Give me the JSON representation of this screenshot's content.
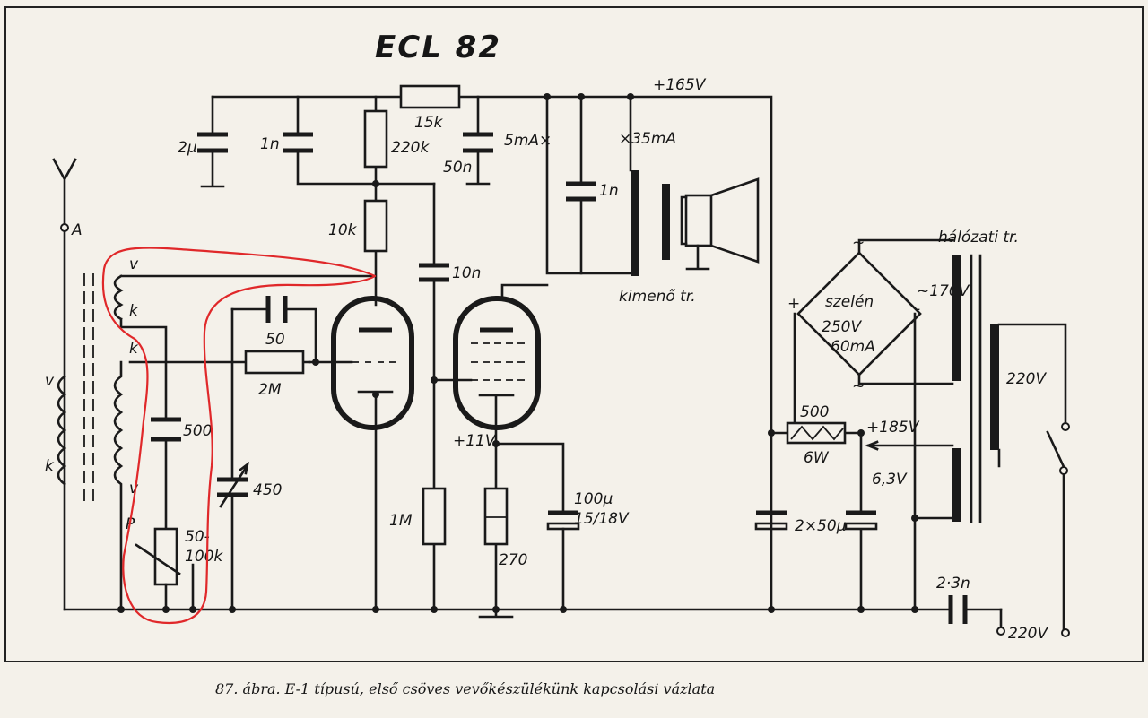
{
  "title": "ECL 82",
  "caption": "87. ábra. E-1 típusú, első csöves vevőkészülékünk kapcsolási vázlata",
  "labels": {
    "supply_voltage": "+165V",
    "r_15k": "15k",
    "r_220k": "220k",
    "r_10k": "10k",
    "c_2u": "2μ",
    "c_1n_left": "1n",
    "c_50n": "50n",
    "current_5ma": "5mA×",
    "current_35ma": "×35mA",
    "c_1n_right": "1n",
    "c_10n": "10n",
    "output_transformer": "kimenő tr.",
    "antenna": "A",
    "coil_v1": "v",
    "coil_k1": "k",
    "coil_k2": "k",
    "coil_v_left": "v",
    "coil_k_left": "k",
    "coil_v2": "v",
    "c_50": "50",
    "r_2m": "2M",
    "c_500": "500",
    "pot_p": "P",
    "pot_value_1": "50-",
    "pot_value_2": "100k",
    "c_450": "450",
    "r_1m": "1M",
    "cathode_voltage": "+11V",
    "r_270": "270",
    "c_100u_1": "100μ",
    "c_100u_2": "15/18V",
    "mains_transformer": "hálózati tr.",
    "rect_tilde_top": "~",
    "rect_tilde_bottom": "~",
    "rect_plus": "+",
    "rect_minus": "-",
    "rect_name": "szelén",
    "rect_v": "250V",
    "rect_i": "60mA",
    "ac_170v": "~170V",
    "r_500": "500",
    "r_6w": "6W",
    "v_185": "+185V",
    "v_63": "6,3V",
    "c_2x50u": "2×50μ",
    "v_220_primary": "220V",
    "c_23n": "2·3n",
    "v_220_mains": "220V"
  },
  "colors": {
    "ink": "#1a1a1a",
    "paper": "#f4f1ea",
    "annotation": "#e0282a"
  }
}
